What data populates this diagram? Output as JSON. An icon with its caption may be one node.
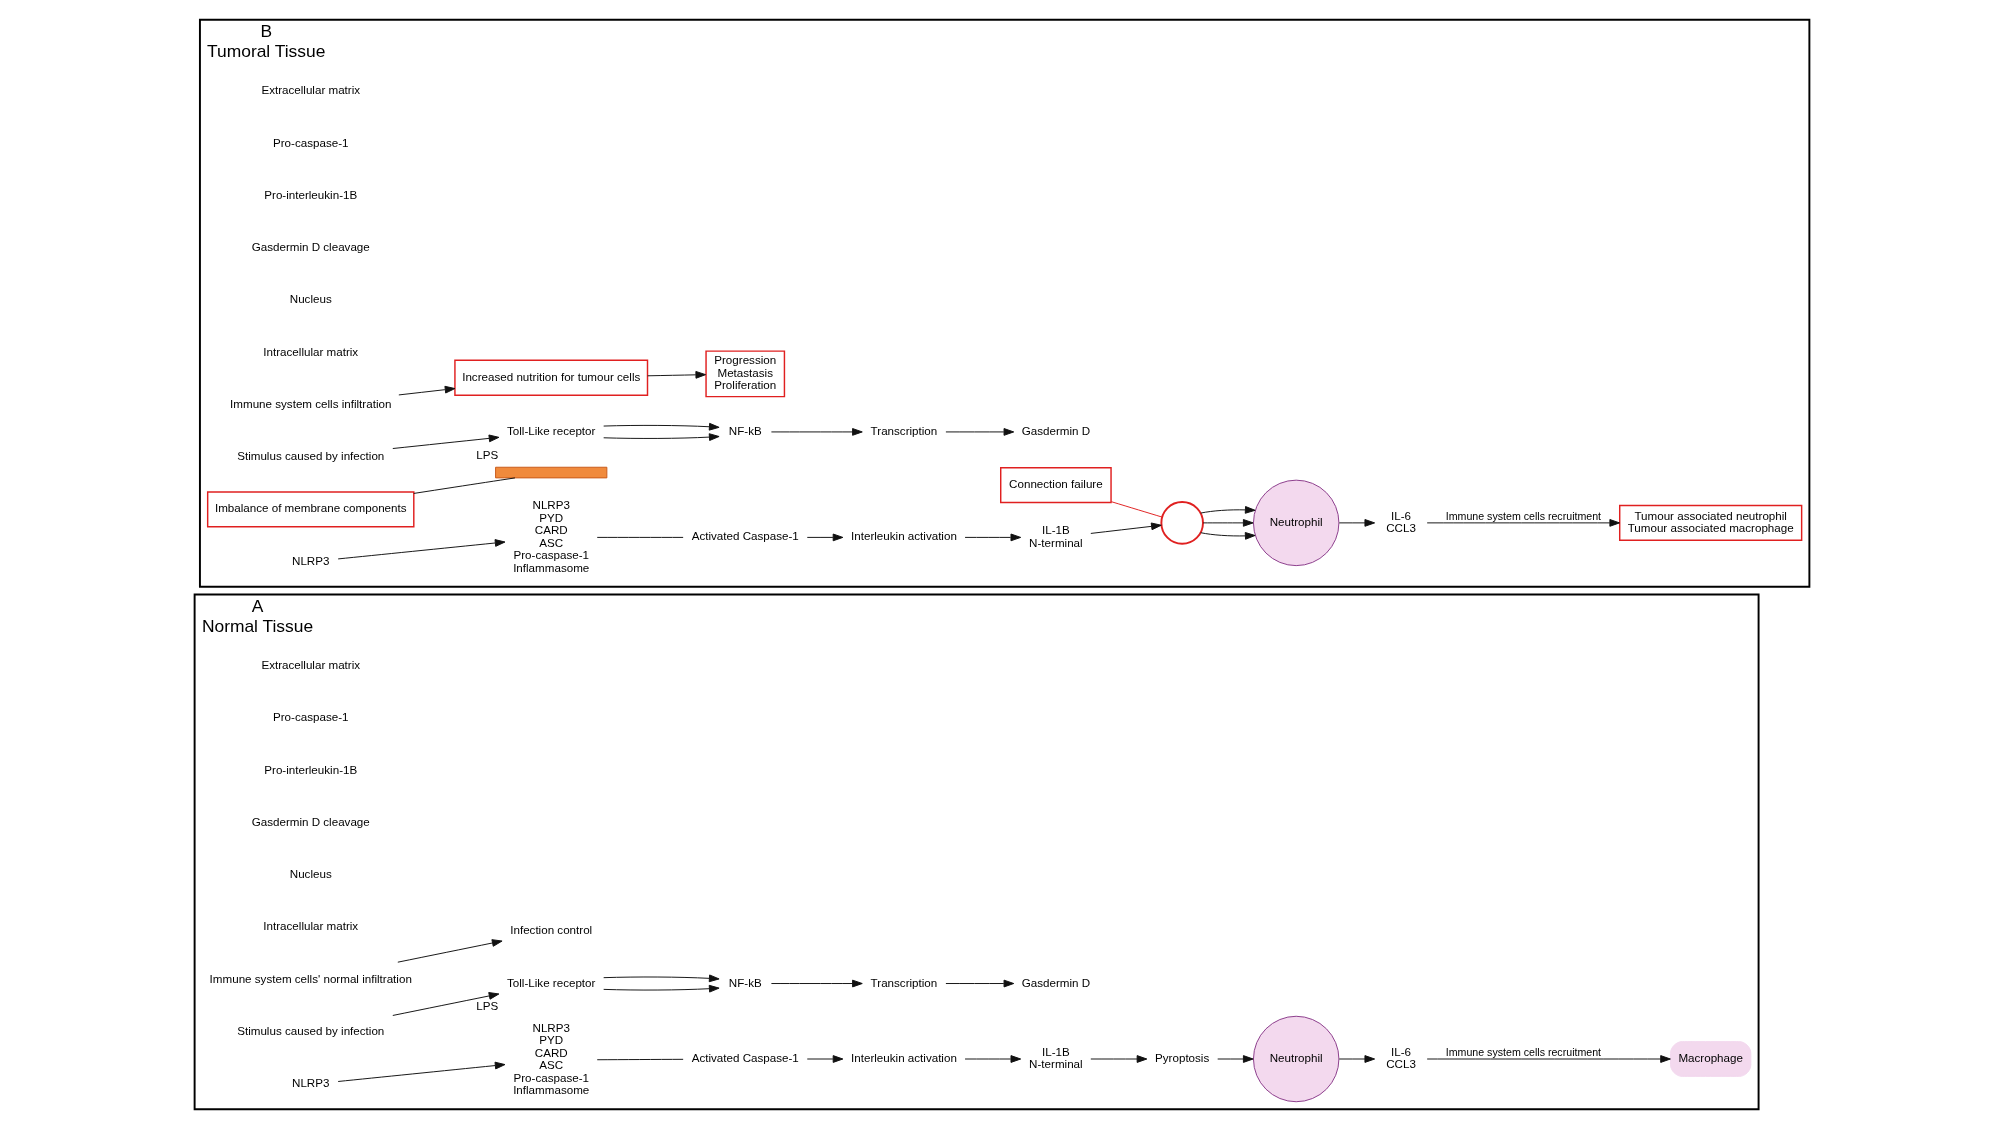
{
  "diagram": {
    "nodes": [
      {
        "text": [
          "A",
          "Normal Tissue"
        ]
      },
      {
        "text": [
          "Macrophage"
        ],
        "in": 0
      },
      {
        "text": [
          "Immune system cells' normal infiltration"
        ],
        "in": 0
      },
      {
        "text": [
          "Infection control"
        ],
        "in": 0
      },
      {
        "text": [
          "Neutrophil"
        ],
        "in": 0
      },
      {
        "text": [
          "IL-6",
          "CCL3"
        ],
        "in": 0
      },
      {
        "text": [
          "Stimulus caused by infection"
        ],
        "in": 0
      },
      {
        "text": [
          "Toll-Like receptor"
        ],
        "beside": [
          "LPS"
        ],
        "in": 0
      },
      {
        "text": [
          "Pyroptosis"
        ],
        "in": 0
      },
      {
        "text": [
          "NF-kB"
        ],
        "in": 0
      },
      {
        "text": [
          "NLRP3",
          "PYD",
          "CARD",
          "ASC",
          "Pro-caspase-1",
          "Inflammasome"
        ],
        "in": 0
      },
      {
        "text": [
          "NLRP3"
        ],
        "in": 0
      },
      {
        "text": [
          "Activated Caspase-1"
        ],
        "in": 0
      },
      {
        "text": [
          "Interleukin activation"
        ],
        "in": 0
      },
      {
        "text": [
          "IL-1B",
          "N-terminal"
        ],
        "in": 0
      },
      {
        "text": [
          "Transcription"
        ],
        "in": 0
      },
      {
        "text": [
          "Gasdermin D"
        ],
        "in": 0
      },
      {
        "text": [
          "B",
          "Tumoral Tissue"
        ]
      },
      {
        "text": [
          "Tumour associated neutrophil",
          "Tumour associated macrophage"
        ],
        "in": 17
      },
      {
        "text": [
          "Immune system cells infiltration"
        ],
        "in": 17
      },
      {
        "text": [
          "Increased nutrition for tumour cells"
        ],
        "in": 17
      },
      {
        "text": [
          "Progression",
          "Metastasis",
          "Proliferation"
        ],
        "in": 17
      },
      {
        "text": [
          "Neutrophil"
        ],
        "in": 17
      },
      {
        "text": [
          "IL-6",
          "CCL3"
        ],
        "in": 17
      },
      {
        "text": [
          "Stimulus caused by infection"
        ],
        "in": 17
      },
      {
        "text": [
          "Toll-Like receptor"
        ],
        "beside": [
          "LPS"
        ],
        "in": 17
      },
      {
        "text": [
          "Imbalance of membrane components"
        ],
        "in": 17
      },
      {
        "text": [
          "Connection failure"
        ],
        "in": 17
      },
      {
        "text": [],
        "shape": "circle",
        "in": 17
      },
      {
        "text": [
          "NF-kB"
        ],
        "in": 17
      },
      {
        "text": [
          "NLRP3",
          "PYD",
          "CARD",
          "ASC",
          "Pro-caspase-1",
          "Inflammasome"
        ],
        "in": 17
      },
      {
        "text": [
          "NLRP3"
        ],
        "in": 17
      },
      {
        "text": [
          "Activated Caspase-1"
        ],
        "in": 17
      },
      {
        "text": [
          "Interleukin activation"
        ],
        "in": 17
      },
      {
        "text": [
          "IL-1B",
          "N-terminal"
        ],
        "in": 17
      },
      {
        "text": [
          "Transcription"
        ],
        "in": 17
      },
      {
        "text": [
          "Gasdermin D"
        ],
        "in": 17
      },
      {
        "text": [],
        "shape": "bar",
        "in": 17
      }
    ],
    "edges": [
      {
        "from": 4,
        "to": 5,
        "arrow": "to"
      },
      {
        "from": 5,
        "to": 1,
        "arrow": "to",
        "label": "Immune system cells recruitment"
      },
      {
        "from": 2,
        "to": 3,
        "arrow": "to"
      },
      {
        "from": 6,
        "to": 7,
        "arrow": "to"
      },
      {
        "from": 7,
        "to": 9,
        "arrow": "to"
      },
      {
        "from": 7,
        "to": 9,
        "arrow": "to"
      },
      {
        "from": 9,
        "to": 15,
        "arrow": "to"
      },
      {
        "from": 15,
        "to": 16,
        "arrow": "to"
      },
      {
        "from": 11,
        "to": 10,
        "arrow": "to"
      },
      {
        "from": 10,
        "to": 12,
        "arrow": "none"
      },
      {
        "from": 12,
        "to": 13,
        "arrow": "to"
      },
      {
        "from": 13,
        "to": 14,
        "arrow": "to"
      },
      {
        "from": 14,
        "to": 8,
        "arrow": "to"
      },
      {
        "from": 8,
        "to": 4,
        "arrow": "to"
      },
      {
        "from": 22,
        "to": 23,
        "arrow": "to"
      },
      {
        "from": 23,
        "to": 18,
        "arrow": "to",
        "label": "Immune system cells recruitment"
      },
      {
        "from": 19,
        "to": 20,
        "arrow": "to"
      },
      {
        "from": 20,
        "to": 21,
        "arrow": "to"
      },
      {
        "from": 24,
        "to": 25,
        "arrow": "to"
      },
      {
        "from": 25,
        "to": 29,
        "arrow": "to"
      },
      {
        "from": 25,
        "to": 29,
        "arrow": "to"
      },
      {
        "from": 29,
        "to": 35,
        "arrow": "to"
      },
      {
        "from": 35,
        "to": 36,
        "arrow": "to"
      },
      {
        "from": 31,
        "to": 30,
        "arrow": "to"
      },
      {
        "from": 30,
        "to": 32,
        "arrow": "none"
      },
      {
        "from": 32,
        "to": 33,
        "arrow": "to"
      },
      {
        "from": 33,
        "to": 34,
        "arrow": "to"
      },
      {
        "from": 34,
        "to": 28,
        "arrow": "to"
      },
      {
        "from": 27,
        "to": 28,
        "arrow": "none",
        "color": "#e02020"
      },
      {
        "from": 26,
        "to": 37,
        "arrow": "none"
      },
      {
        "from": 28,
        "to": 22,
        "arrow": "to"
      },
      {
        "from": 28,
        "to": 22,
        "arrow": "to"
      },
      {
        "from": 28,
        "to": 22,
        "arrow": "to"
      }
    ],
    "labels": [
      "Extracellular matrix",
      "Pro-caspase-1",
      "Pro-interleukin-1B",
      "Gasdermin D cleavage",
      "Nucleus",
      "Intracellular matrix",
      "Extracellular matrix",
      "Pro-caspase-1",
      "Pro-interleukin-1B",
      "Gasdermin D cleavage",
      "Nucleus",
      "Intracellular matrix"
    ]
  }
}
